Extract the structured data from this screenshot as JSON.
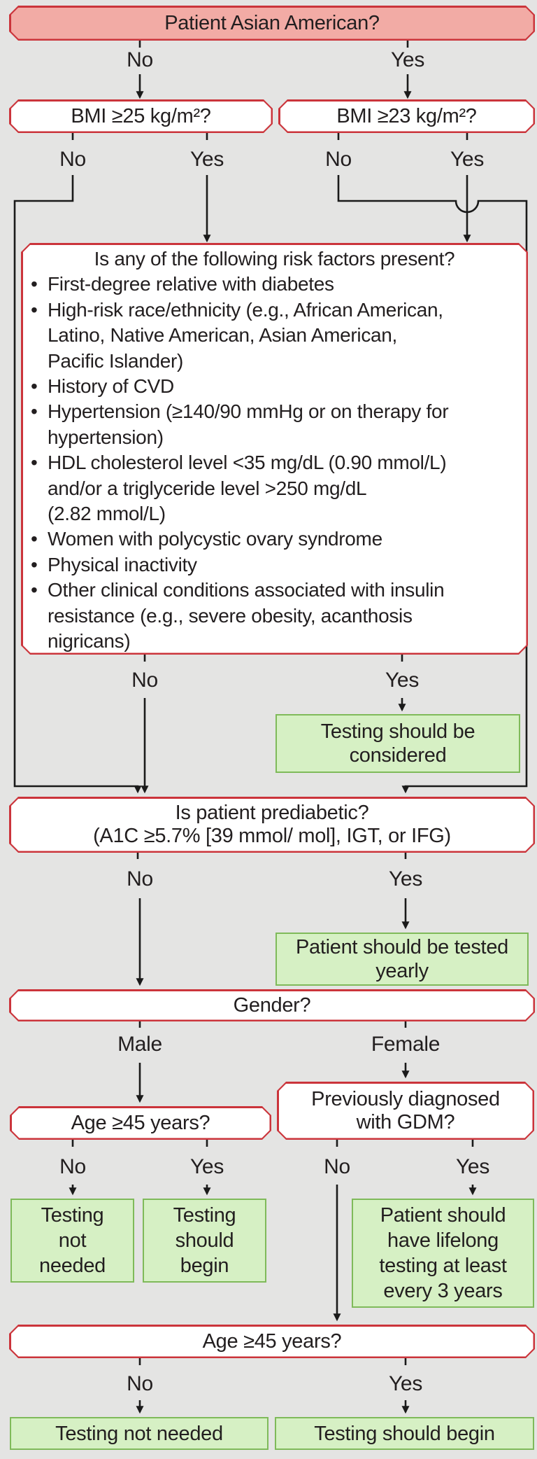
{
  "colors": {
    "background": "#e4e4e3",
    "question_border_red": "#cb343b",
    "root_fill_pink": "#f2aba5",
    "question_fill_white": "#ffffff",
    "outcome_fill_green": "#d6f0c4",
    "outcome_border_green": "#7fba5a",
    "line_black": "#1a1a1a",
    "text": "#221e1f"
  },
  "nodes": {
    "root": {
      "label": "Patient Asian American?"
    },
    "bmi25": {
      "label": "BMI ≥25 kg/m²?"
    },
    "bmi23": {
      "label": "BMI ≥23 kg/m²?"
    },
    "risk": {
      "title": "Is any of the following risk factors present?",
      "lines": [
        {
          "bullet": true,
          "text": "First-degree relative with diabetes"
        },
        {
          "bullet": true,
          "text": "High-risk race/ethnicity (e.g., African American,"
        },
        {
          "bullet": false,
          "text": "Latino, Native American, Asian American,"
        },
        {
          "bullet": false,
          "text": "Pacific Islander)"
        },
        {
          "bullet": true,
          "text": "History of CVD"
        },
        {
          "bullet": true,
          "text": "Hypertension (≥140/90 mmHg or on therapy for"
        },
        {
          "bullet": false,
          "text": "hypertension)"
        },
        {
          "bullet": true,
          "text": "HDL cholesterol level <35 mg/dL (0.90 mmol/L)"
        },
        {
          "bullet": false,
          "text": "and/or a triglyceride level >250 mg/dL"
        },
        {
          "bullet": false,
          "text": "(2.82 mmol/L)"
        },
        {
          "bullet": true,
          "text": "Women with polycystic ovary syndrome"
        },
        {
          "bullet": true,
          "text": "Physical inactivity"
        },
        {
          "bullet": true,
          "text": "Other clinical conditions associated with insulin"
        },
        {
          "bullet": false,
          "text": "resistance (e.g., severe obesity, acanthosis"
        },
        {
          "bullet": false,
          "text": "nigricans)"
        }
      ]
    },
    "considered": {
      "lines": [
        "Testing should be",
        "considered"
      ]
    },
    "prediabetic": {
      "lines": [
        "Is patient prediabetic?",
        "(A1C ≥5.7% [39 mmol/ mol], IGT, or IFG)"
      ]
    },
    "yearly": {
      "lines": [
        "Patient should be tested",
        "yearly"
      ]
    },
    "gender": {
      "label": "Gender?"
    },
    "age45_male": {
      "label": "Age ≥45 years?"
    },
    "gdm": {
      "lines": [
        "Previously diagnosed",
        "with GDM?"
      ]
    },
    "not_needed_small": {
      "lines": [
        "Testing",
        "not",
        "needed"
      ]
    },
    "should_begin_small": {
      "lines": [
        "Testing",
        "should",
        "begin"
      ]
    },
    "lifelong": {
      "lines": [
        "Patient should",
        "have lifelong",
        "testing at least",
        "every 3 years"
      ]
    },
    "age45_bottom": {
      "label": "Age ≥45 years?"
    },
    "not_needed_wide": {
      "label": "Testing not needed"
    },
    "should_begin_wide": {
      "label": "Testing should begin"
    }
  },
  "branches": {
    "root_no": "No",
    "root_yes": "Yes",
    "bmi25_no": "No",
    "bmi25_yes": "Yes",
    "bmi23_no": "No",
    "bmi23_yes": "Yes",
    "risk_no": "No",
    "risk_yes": "Yes",
    "pre_no": "No",
    "pre_yes": "Yes",
    "gender_male": "Male",
    "gender_female": "Female",
    "age_no": "No",
    "age_yes": "Yes",
    "gdm_no": "No",
    "gdm_yes": "Yes",
    "age2_no": "No",
    "age2_yes": "Yes"
  }
}
